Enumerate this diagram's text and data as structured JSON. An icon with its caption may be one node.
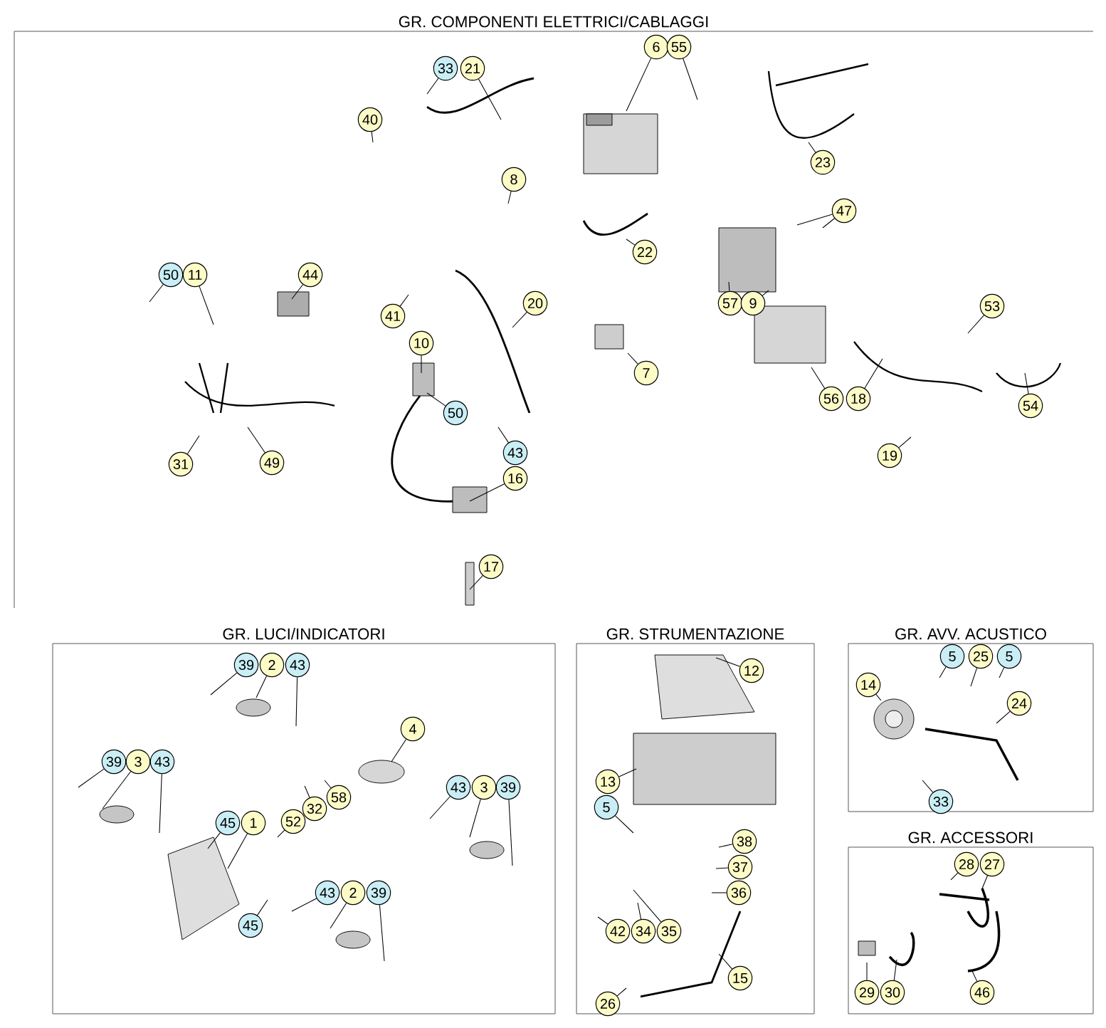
{
  "diagram": {
    "nodes": [
      {
        "text": [
          "GR. COMPONENTI ELETTRICI/CABLAGGI"
        ]
      },
      {
        "text": [
          "33"
        ],
        "in": 0
      },
      {
        "text": [
          "21"
        ],
        "in": 0
      },
      {
        "text": [
          "6"
        ],
        "in": 0
      },
      {
        "text": [
          "55"
        ],
        "in": 0
      },
      {
        "text": [
          "40"
        ],
        "in": 0
      },
      {
        "text": [
          "8"
        ],
        "in": 0
      },
      {
        "text": [
          "23"
        ],
        "in": 0
      },
      {
        "text": [
          "47"
        ],
        "in": 0
      },
      {
        "text": [
          "22"
        ],
        "in": 0
      },
      {
        "text": [
          "50"
        ],
        "in": 0
      },
      {
        "text": [
          "11"
        ],
        "in": 0
      },
      {
        "text": [
          "44"
        ],
        "in": 0
      },
      {
        "text": [
          "41"
        ],
        "in": 0
      },
      {
        "text": [
          "20"
        ],
        "in": 0
      },
      {
        "text": [
          "57"
        ],
        "in": 0
      },
      {
        "text": [
          "9"
        ],
        "in": 0
      },
      {
        "text": [
          "53"
        ],
        "in": 0
      },
      {
        "text": [
          "10"
        ],
        "in": 0
      },
      {
        "text": [
          "7"
        ],
        "in": 0
      },
      {
        "text": [
          "50"
        ],
        "in": 0
      },
      {
        "text": [
          "56"
        ],
        "in": 0
      },
      {
        "text": [
          "18"
        ],
        "in": 0
      },
      {
        "text": [
          "54"
        ],
        "in": 0
      },
      {
        "text": [
          "31"
        ],
        "in": 0
      },
      {
        "text": [
          "49"
        ],
        "in": 0
      },
      {
        "text": [
          "43"
        ],
        "in": 0
      },
      {
        "text": [
          "16"
        ],
        "in": 0
      },
      {
        "text": [
          "19"
        ],
        "in": 0
      },
      {
        "text": [
          "17"
        ],
        "in": 0
      },
      {
        "text": [
          "GR. LUCI/INDICATORI"
        ]
      },
      {
        "text": [
          "39"
        ],
        "in": 30
      },
      {
        "text": [
          "2"
        ],
        "in": 30
      },
      {
        "text": [
          "43"
        ],
        "in": 30
      },
      {
        "text": [
          "4"
        ],
        "in": 30
      },
      {
        "text": [
          "39"
        ],
        "in": 30
      },
      {
        "text": [
          "3"
        ],
        "in": 30
      },
      {
        "text": [
          "43"
        ],
        "in": 30
      },
      {
        "text": [
          "58"
        ],
        "in": 30
      },
      {
        "text": [
          "43"
        ],
        "in": 30
      },
      {
        "text": [
          "3"
        ],
        "in": 30
      },
      {
        "text": [
          "39"
        ],
        "in": 30
      },
      {
        "text": [
          "32"
        ],
        "in": 30
      },
      {
        "text": [
          "45"
        ],
        "in": 30
      },
      {
        "text": [
          "1"
        ],
        "in": 30
      },
      {
        "text": [
          "52"
        ],
        "in": 30
      },
      {
        "text": [
          "43"
        ],
        "in": 30
      },
      {
        "text": [
          "2"
        ],
        "in": 30
      },
      {
        "text": [
          "39"
        ],
        "in": 30
      },
      {
        "text": [
          "45"
        ],
        "in": 30
      },
      {
        "text": [
          "GR. STRUMENTAZIONE"
        ]
      },
      {
        "text": [
          "12"
        ],
        "in": 50
      },
      {
        "text": [
          "13"
        ],
        "in": 50
      },
      {
        "text": [
          "5"
        ],
        "in": 50
      },
      {
        "text": [
          "38"
        ],
        "in": 50
      },
      {
        "text": [
          "37"
        ],
        "in": 50
      },
      {
        "text": [
          "36"
        ],
        "in": 50
      },
      {
        "text": [
          "42"
        ],
        "in": 50
      },
      {
        "text": [
          "34"
        ],
        "in": 50
      },
      {
        "text": [
          "35"
        ],
        "in": 50
      },
      {
        "text": [
          "15"
        ],
        "in": 50
      },
      {
        "text": [
          "26"
        ],
        "in": 50
      },
      {
        "text": [
          "GR. AVV. ACUSTICO"
        ]
      },
      {
        "text": [
          "5"
        ],
        "in": 62
      },
      {
        "text": [
          "25"
        ],
        "in": 62
      },
      {
        "text": [
          "5"
        ],
        "in": 62
      },
      {
        "text": [
          "14"
        ],
        "in": 62
      },
      {
        "text": [
          "24"
        ],
        "in": 62
      },
      {
        "text": [
          "33"
        ],
        "in": 62
      },
      {
        "text": [
          "GR. ACCESSORI"
        ]
      },
      {
        "text": [
          "28"
        ],
        "in": 69
      },
      {
        "text": [
          "27"
        ],
        "in": 69
      },
      {
        "text": [
          "29"
        ],
        "in": 69
      },
      {
        "text": [
          "30"
        ],
        "in": 69
      },
      {
        "text": [
          "46"
        ],
        "in": 69
      }
    ],
    "edges": [
      {
        "from": 1,
        "to": null,
        "arrow": "none"
      },
      {
        "from": 2,
        "to": null,
        "arrow": "none"
      },
      {
        "from": 3,
        "to": null,
        "arrow": "none"
      },
      {
        "from": 4,
        "to": null,
        "arrow": "none"
      },
      {
        "from": 5,
        "to": null,
        "arrow": "none"
      },
      {
        "from": 6,
        "to": null,
        "arrow": "none"
      },
      {
        "from": 7,
        "to": null,
        "arrow": "none"
      },
      {
        "from": 8,
        "to": null,
        "arrow": "none"
      },
      {
        "from": 9,
        "to": null,
        "arrow": "none"
      },
      {
        "from": 10,
        "to": null,
        "arrow": "none"
      },
      {
        "from": 11,
        "to": null,
        "arrow": "none"
      },
      {
        "from": 12,
        "to": null,
        "arrow": "none"
      },
      {
        "from": 13,
        "to": null,
        "arrow": "none"
      },
      {
        "from": 14,
        "to": null,
        "arrow": "none"
      },
      {
        "from": 15,
        "to": null,
        "arrow": "none"
      },
      {
        "from": 16,
        "to": null,
        "arrow": "none"
      },
      {
        "from": 17,
        "to": null,
        "arrow": "none"
      },
      {
        "from": 18,
        "to": null,
        "arrow": "none"
      },
      {
        "from": 19,
        "to": null,
        "arrow": "none"
      },
      {
        "from": 20,
        "to": null,
        "arrow": "none"
      },
      {
        "from": 21,
        "to": null,
        "arrow": "none"
      },
      {
        "from": 22,
        "to": null,
        "arrow": "none"
      },
      {
        "from": 23,
        "to": null,
        "arrow": "none"
      },
      {
        "from": 24,
        "to": null,
        "arrow": "none"
      },
      {
        "from": 25,
        "to": null,
        "arrow": "none"
      },
      {
        "from": 26,
        "to": null,
        "arrow": "none"
      },
      {
        "from": 27,
        "to": null,
        "arrow": "none"
      },
      {
        "from": 28,
        "to": null,
        "arrow": "none"
      },
      {
        "from": 29,
        "to": null,
        "arrow": "none"
      },
      {
        "from": 31,
        "to": null,
        "arrow": "none"
      },
      {
        "from": 32,
        "to": null,
        "arrow": "none"
      },
      {
        "from": 33,
        "to": null,
        "arrow": "none"
      },
      {
        "from": 34,
        "to": null,
        "arrow": "none"
      },
      {
        "from": 35,
        "to": null,
        "arrow": "none"
      },
      {
        "from": 36,
        "to": null,
        "arrow": "none"
      },
      {
        "from": 37,
        "to": null,
        "arrow": "none"
      },
      {
        "from": 38,
        "to": null,
        "arrow": "none"
      },
      {
        "from": 39,
        "to": null,
        "arrow": "none"
      },
      {
        "from": 40,
        "to": null,
        "arrow": "none"
      },
      {
        "from": 41,
        "to": null,
        "arrow": "none"
      },
      {
        "from": 42,
        "to": null,
        "arrow": "none"
      },
      {
        "from": 43,
        "to": null,
        "arrow": "none"
      },
      {
        "from": 44,
        "to": null,
        "arrow": "none"
      },
      {
        "from": 45,
        "to": null,
        "arrow": "none"
      },
      {
        "from": 46,
        "to": null,
        "arrow": "none"
      },
      {
        "from": 47,
        "to": null,
        "arrow": "none"
      },
      {
        "from": 48,
        "to": null,
        "arrow": "none"
      },
      {
        "from": 49,
        "to": null,
        "arrow": "none"
      },
      {
        "from": 51,
        "to": null,
        "arrow": "none"
      },
      {
        "from": 52,
        "to": null,
        "arrow": "none"
      },
      {
        "from": 53,
        "to": null,
        "arrow": "none"
      },
      {
        "from": 54,
        "to": null,
        "arrow": "none"
      },
      {
        "from": 55,
        "to": null,
        "arrow": "none"
      },
      {
        "from": 56,
        "to": null,
        "arrow": "none"
      },
      {
        "from": 57,
        "to": null,
        "arrow": "none"
      },
      {
        "from": 58,
        "to": null,
        "arrow": "none"
      },
      {
        "from": 59,
        "to": null,
        "arrow": "none"
      },
      {
        "from": 60,
        "to": null,
        "arrow": "none"
      },
      {
        "from": 61,
        "to": null,
        "arrow": "none"
      },
      {
        "from": 63,
        "to": null,
        "arrow": "none"
      },
      {
        "from": 64,
        "to": null,
        "arrow": "none"
      },
      {
        "from": 65,
        "to": null,
        "arrow": "none"
      },
      {
        "from": 66,
        "to": null,
        "arrow": "none"
      },
      {
        "from": 67,
        "to": null,
        "arrow": "none"
      },
      {
        "from": 68,
        "to": null,
        "arrow": "none"
      },
      {
        "from": 70,
        "to": null,
        "arrow": "none"
      },
      {
        "from": 71,
        "to": null,
        "arrow": "none"
      },
      {
        "from": 72,
        "to": null,
        "arrow": "none"
      },
      {
        "from": 73,
        "to": null,
        "arrow": "none"
      },
      {
        "from": 74,
        "to": null,
        "arrow": "none"
      },
      {
        "from": 8,
        "to": null,
        "arrow": "none"
      }
    ]
  }
}
